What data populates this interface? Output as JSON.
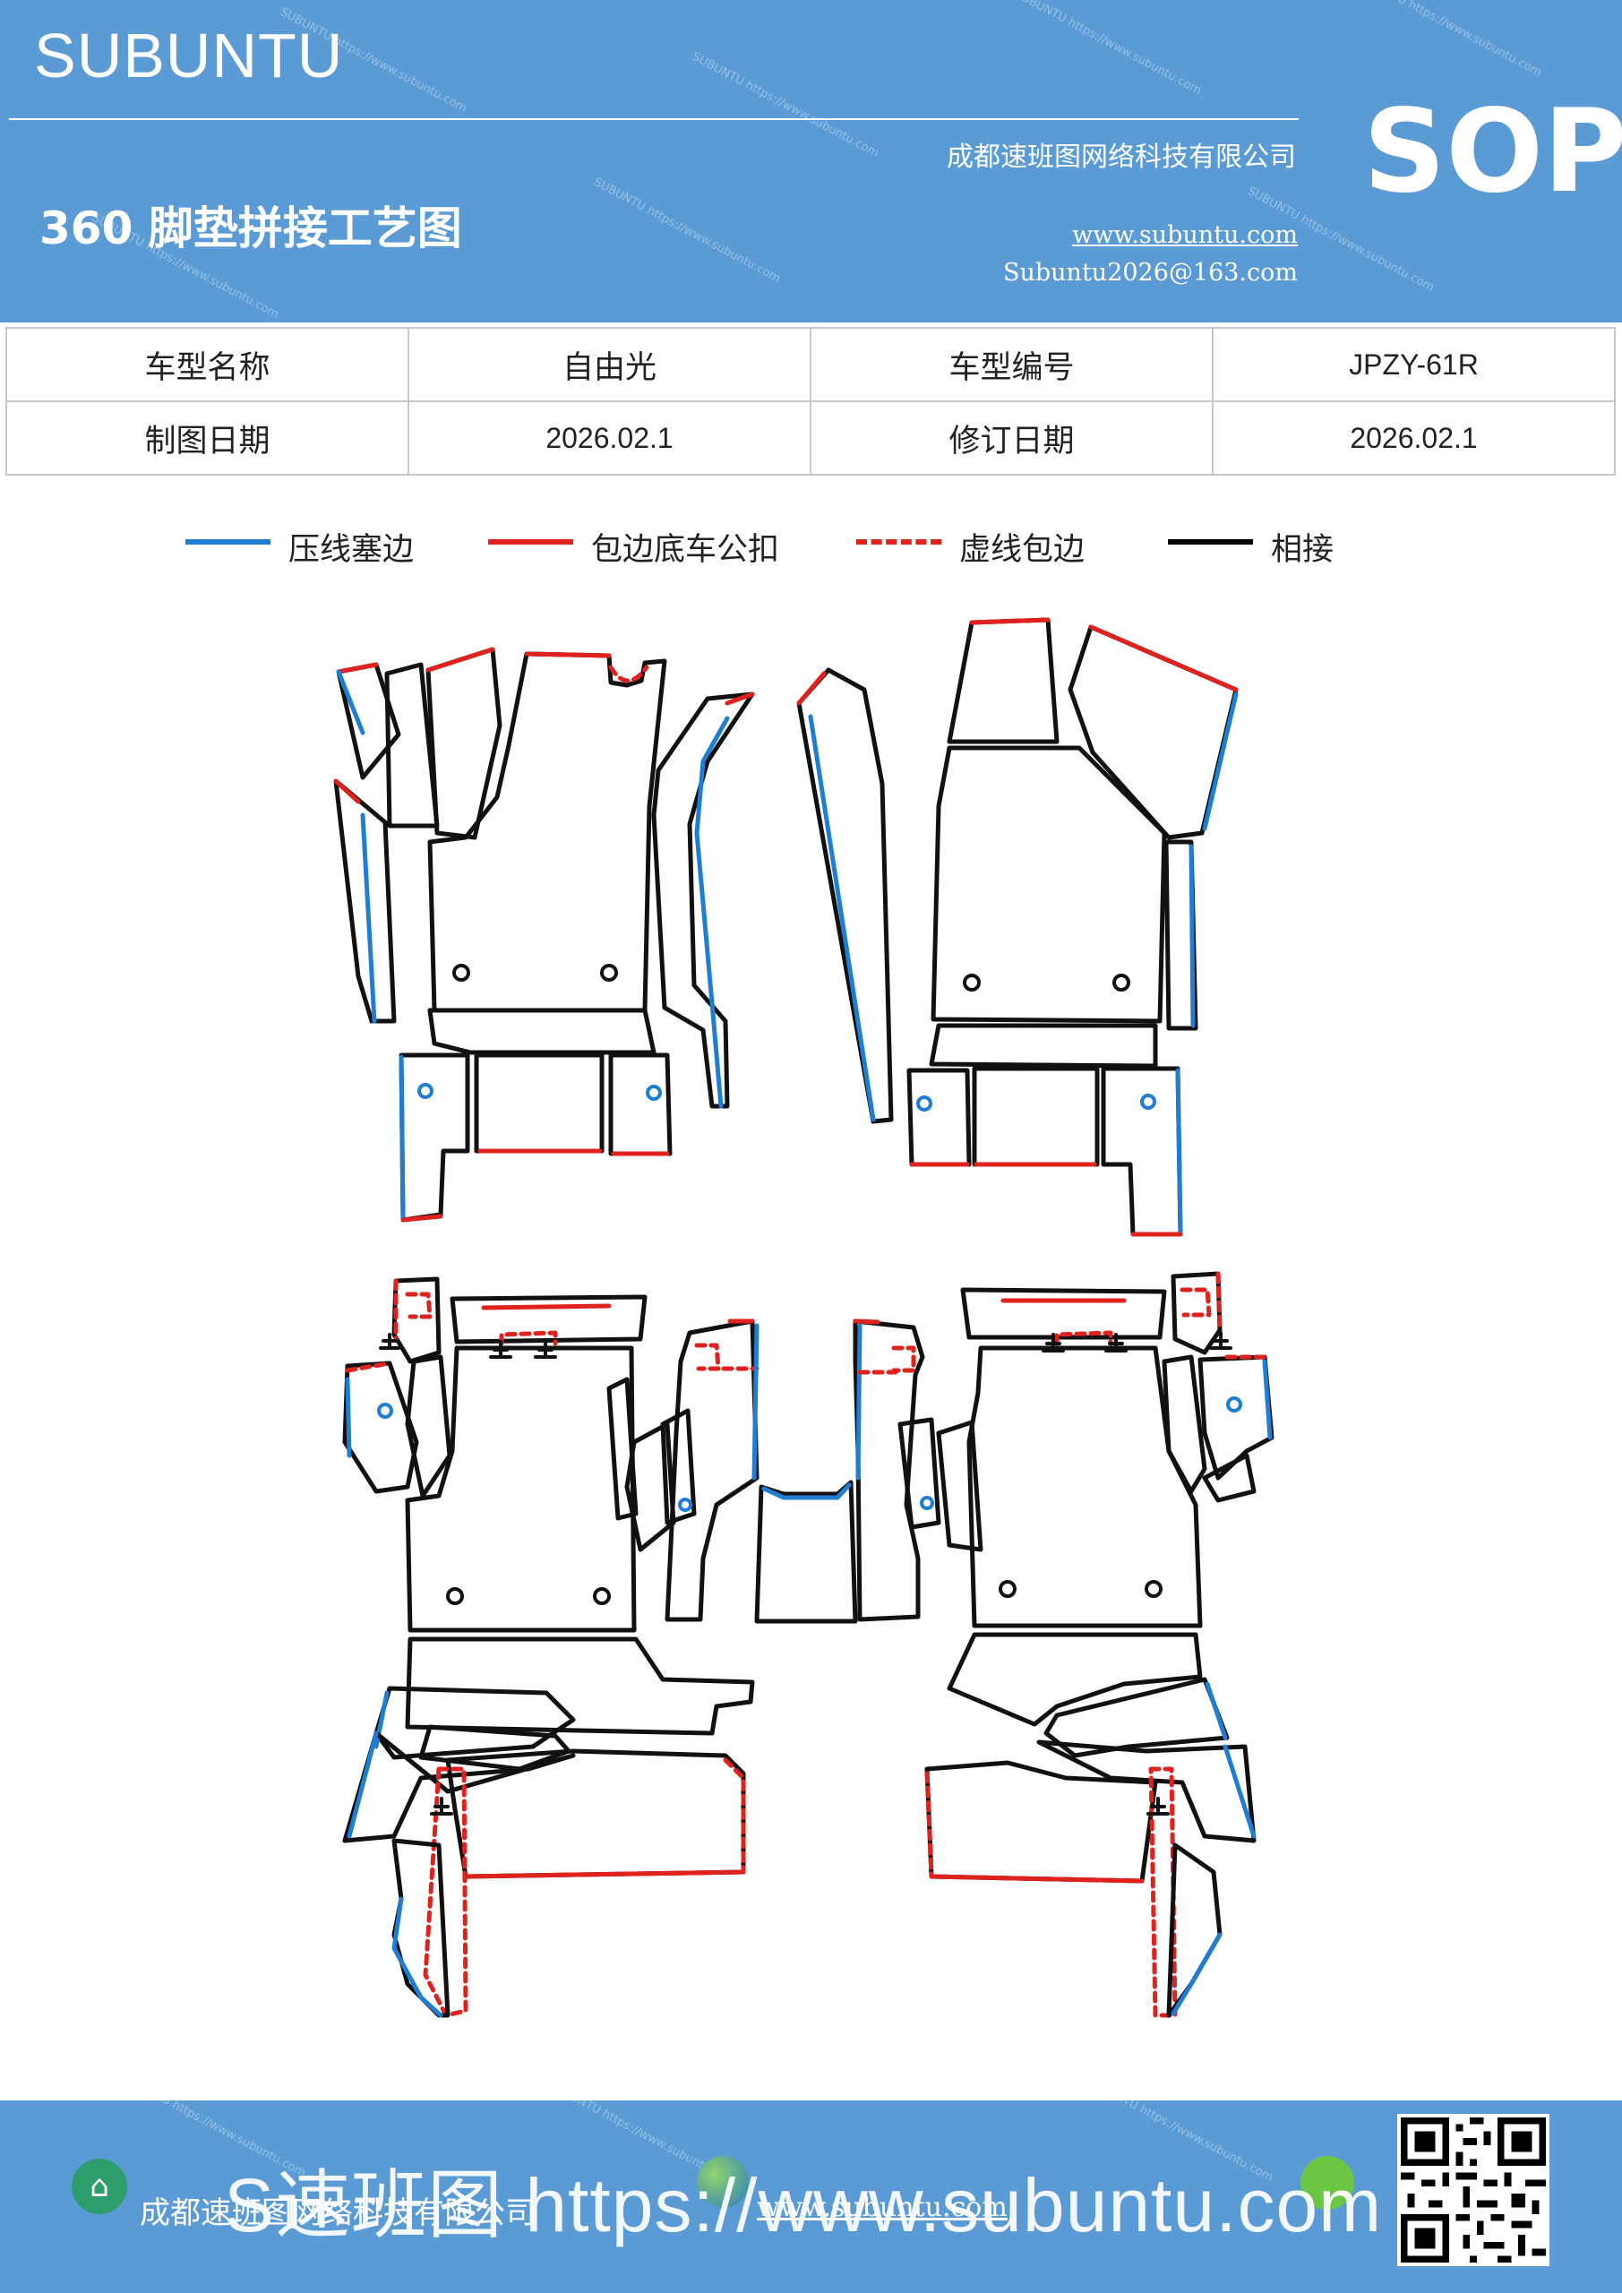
{
  "header": {
    "brand": "SUBUNTU",
    "company": "成都速班图网络科技有限公司",
    "badge": "SOP",
    "title": "360 脚垫拼接工艺图",
    "website": "www.subuntu.com",
    "email": "Subuntu2026@163.com"
  },
  "info_table": [
    [
      "车型名称",
      "自由光",
      "车型编号",
      "JPZY-61R"
    ],
    [
      "制图日期",
      "2026.02.1",
      "修订日期",
      "2026.02.1"
    ]
  ],
  "legend": [
    {
      "label": "压线塞边",
      "color": "#1f7ed4",
      "style": "solid"
    },
    {
      "label": "包边底车公扣",
      "color": "#e0221f",
      "style": "solid"
    },
    {
      "label": "虚线包边",
      "color": "#e0221f",
      "style": "dashed"
    },
    {
      "label": "相接",
      "color": "#000000",
      "style": "solid"
    }
  ],
  "colors": {
    "header_bg": "#5b9bd5",
    "press_line": "#1f7ed4",
    "edge_binding": "#e0221f",
    "joint": "#111111"
  },
  "footer": {
    "company": "成都速班图网络科技有限公司",
    "website": "www.subuntu.com",
    "overlay": "S速班图 https://www.subuntu.com",
    "icons": [
      "building-icon",
      "globe-icon",
      "wechat-icon",
      "qr-code"
    ]
  }
}
